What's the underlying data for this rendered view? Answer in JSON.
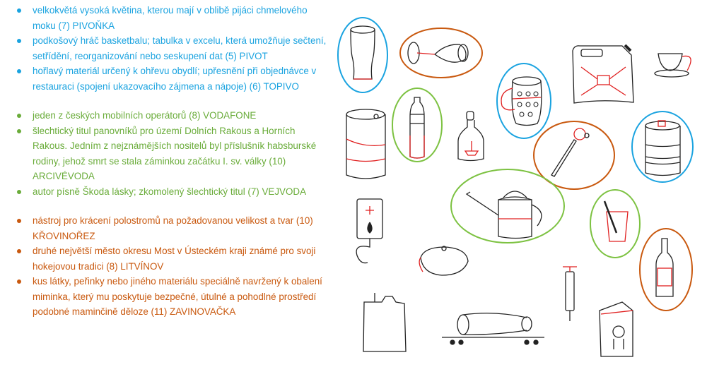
{
  "groups": [
    {
      "color": "#1aa3e0",
      "items": [
        "velkokvětá vysoká květina, kterou mají v oblibě pijáci chmelového moku (7) PIVOŇKA",
        "podkošový hráč basketbalu; tabulka v excelu, která umožňuje sečtení, setřídění, reorganizování nebo seskupení dat (5) PIVOT",
        "hořlavý materiál určený k ohřevu obydlí; upřesnění při objednávce v restauraci (spojení ukazovacího zájmena a nápoje) (6) TOPIVO"
      ]
    },
    {
      "color": "#6aac3a",
      "items": [
        "jeden z českých mobilních operátorů (8) VODAFONE",
        "šlechtický titul panovníků pro území Dolních Rakous a Horních Rakous. Jedním z nejznámějších nositelů byl příslušník habsburské rodiny, jehož smrt se stala záminkou začátku I. sv. války (10) ARCIVÉVODA",
        "autor písně Škoda lásky; zkomolený šlechtický titul (7) VEJVODA"
      ]
    },
    {
      "color": "#c9590f",
      "items": [
        "nástroj pro krácení polostromů na požadovanou velikost a tvar (10) KŘOVINOŘEZ",
        "druhé největší město okresu Most v Ústeckém kraji známé pro svoji hokejovou tradici (8) LITVÍNOV",
        "kus látky, peřinky nebo jiného materiálu speciálně navržený k obalení miminka, který mu poskytuje bezpečné, útulné a pohodlné prostředí podobné maminčině děloze (11) ZAVINOVAČKA"
      ]
    }
  ],
  "drawing_colors": {
    "outline": "#222222",
    "accent": "#e02020",
    "blue": "#1aa3e0",
    "green": "#7dc242",
    "orange": "#c9590f"
  }
}
